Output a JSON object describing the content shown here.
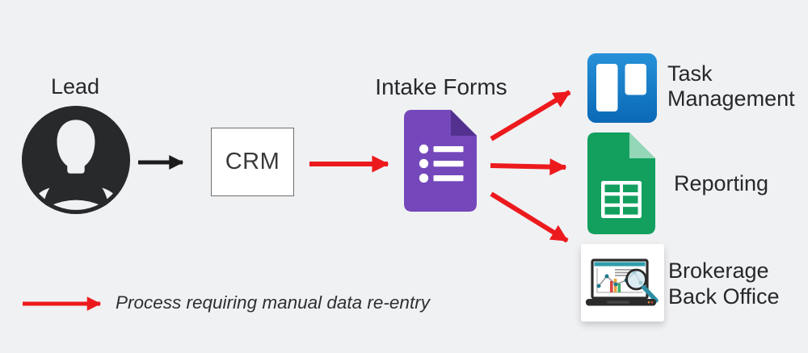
{
  "canvas": {
    "background_color": "#f0f1f3"
  },
  "colors": {
    "arrow_red": "#ec1a1d",
    "arrow_black": "#1c1c1c",
    "avatar_dark": "#27292b",
    "forms_purple": "#7448bb",
    "forms_fold_purple": "#53318f",
    "sheets_green": "#13a05f",
    "sheets_fold_green": "#93d7b7",
    "trello_blue": "#0079bf",
    "label_text": "#27282a"
  },
  "nodes": {
    "lead": {
      "label": "Lead",
      "icon": "person-avatar-icon"
    },
    "crm": {
      "label": "CRM"
    },
    "intake_forms": {
      "label": "Intake Forms",
      "icon": "google-forms-icon"
    },
    "task_management": {
      "label": "Task Management",
      "label_line1": "Task",
      "label_line2": "Management",
      "icon": "trello-icon"
    },
    "reporting": {
      "label": "Reporting",
      "icon": "google-sheets-icon"
    },
    "brokerage_back_office": {
      "label": "Brokerage Back Office",
      "label_line1": "Brokerage",
      "label_line2": "Back Office",
      "icon": "laptop-analytics-icon"
    }
  },
  "edges": [
    {
      "from": "Lead",
      "to": "CRM",
      "color": "#1c1c1c"
    },
    {
      "from": "CRM",
      "to": "Intake Forms",
      "color": "#ec1a1d"
    },
    {
      "from": "Intake Forms",
      "to": "Task Management",
      "color": "#ec1a1d"
    },
    {
      "from": "Intake Forms",
      "to": "Reporting",
      "color": "#ec1a1d"
    },
    {
      "from": "Intake Forms",
      "to": "Brokerage Back Office",
      "color": "#ec1a1d"
    }
  ],
  "legend": {
    "arrow_color": "#ec1a1d",
    "text": "Process requiring manual data re-entry"
  }
}
